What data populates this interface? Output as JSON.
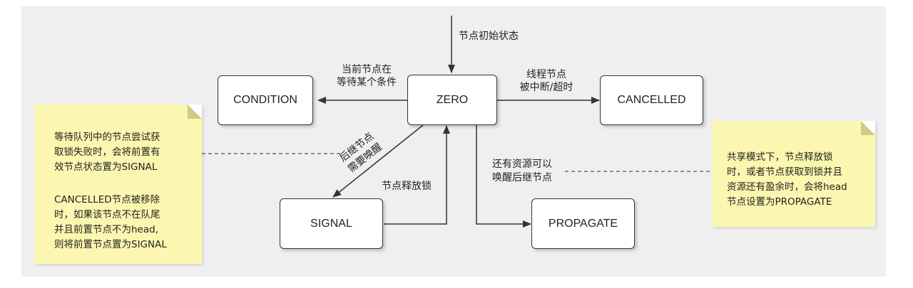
{
  "states": {
    "zero": "ZERO",
    "condition": "CONDITION",
    "cancelled": "CANCELLED",
    "signal": "SIGNAL",
    "propagate": "PROPAGATE"
  },
  "labels": {
    "initial": "节点初始状态",
    "to_condition_1": "当前节点在",
    "to_condition_2": "等待某个条件",
    "to_cancelled_1": "线程节点",
    "to_cancelled_2": "被中断/超时",
    "to_signal_1": "后继节点",
    "to_signal_2": "需要唤醒",
    "signal_release": "节点释放锁",
    "to_propagate_1": "还有资源可以",
    "to_propagate_2": "唤醒后继节点"
  },
  "notes": {
    "left_para1": "等待队列中的节点尝试获\n取锁失败时，会将前置有\n效节点状态置为SIGNAL",
    "left_para2": "CANCELLED节点被移除\n时，如果该节点不在队尾\n并且前置节点不为head,\n则将前置节点置为SIGNAL",
    "right_para": "共享模式下，节点释放锁\n时，或者节点获取到锁并且\n资源还有盈余时，会将head\n节点设置为PROPAGATE"
  },
  "colors": {
    "background": "#efefef",
    "note": "#fbf7b0",
    "line": "#333333"
  }
}
